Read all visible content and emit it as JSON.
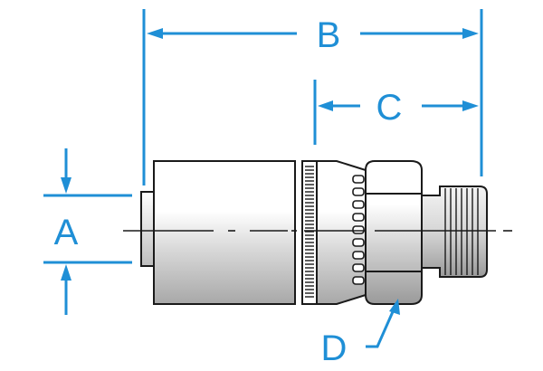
{
  "dimensions": {
    "a": "A",
    "b": "B",
    "c": "C",
    "d": "D"
  },
  "colors": {
    "dimension": "#1f8fd6",
    "outline": "#1a1a1a",
    "shade_light": "#ffffff",
    "shade_mid": "#cfcfcf",
    "shade_dark": "#9c9c9c"
  }
}
